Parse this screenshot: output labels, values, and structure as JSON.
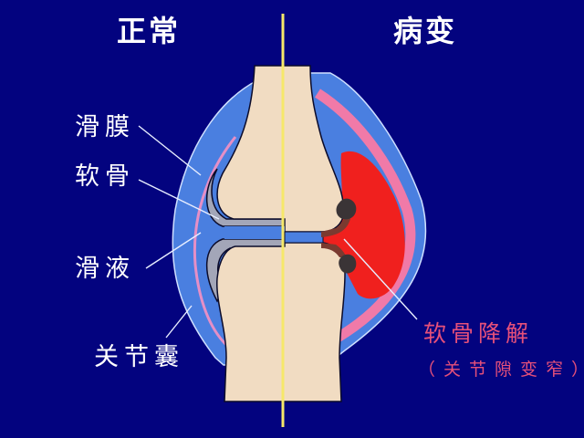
{
  "titles": {
    "normal": "正常",
    "diseased": "病变"
  },
  "labels": {
    "synovium": "滑膜",
    "cartilage": "软骨",
    "synovial_fluid": "滑液",
    "joint_capsule": "关节囊",
    "cartilage_degradation": "软骨降解",
    "joint_space_narrowing": "（关节隙变窄）"
  },
  "colors": {
    "background": "#03037f",
    "bone": "#f1dcc2",
    "capsule": "#4a7fe0",
    "synovium": "#e58fc6",
    "synovium_diseased": "#f07aa8",
    "cartilage": "#a3a6b8",
    "inflammation": "#f0201e",
    "divider": "#f6e86a",
    "erosion": "#3a3436",
    "label_text": "#ffffff",
    "pathology_text": "#e6507a"
  }
}
